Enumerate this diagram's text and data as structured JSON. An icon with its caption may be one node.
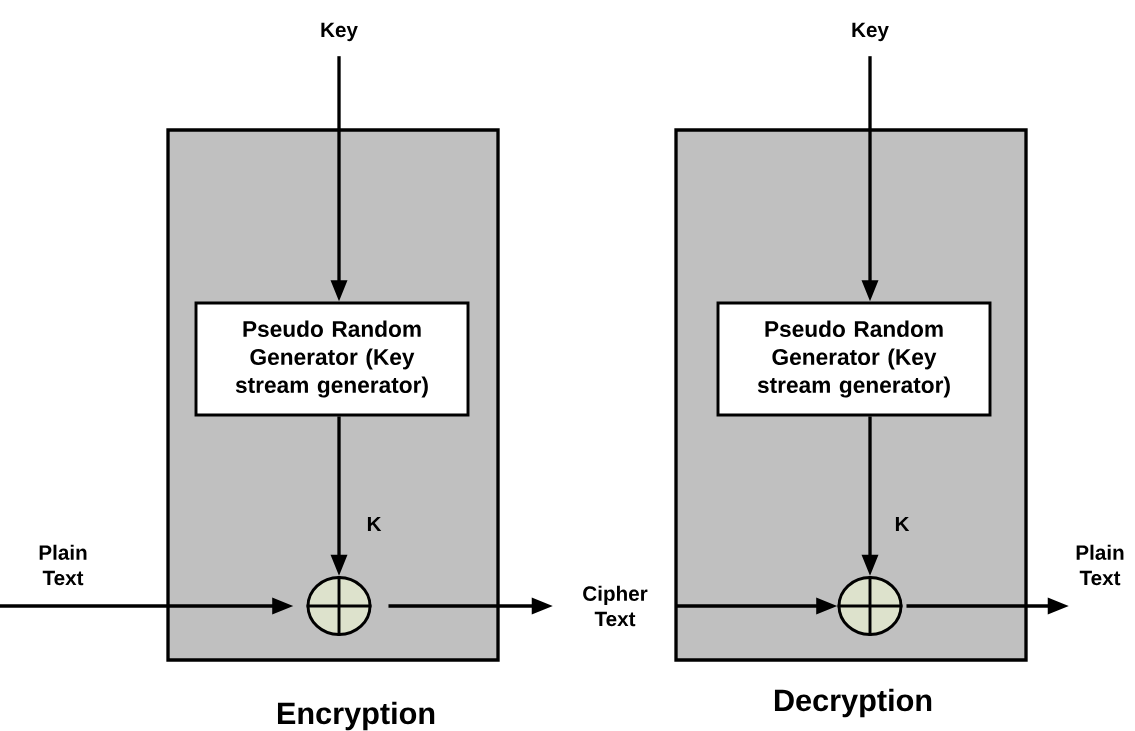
{
  "diagram": {
    "nodes": [
      {
        "text": [
          "Encryption"
        ]
      },
      {
        "text": [
          "Key"
        ]
      },
      {
        "text": [
          "Pseudo Random Generator (Key stream generator)"
        ],
        "in": 0
      },
      {
        "text": [],
        "shape": "circle",
        "in": 0
      },
      {
        "text": [
          "Plain Text"
        ]
      },
      {
        "text": [
          "Cipher Text"
        ]
      },
      {
        "text": [
          "Decryption"
        ]
      },
      {
        "text": [
          "Key"
        ]
      },
      {
        "text": [
          "Pseudo Random Generator (Key stream generator)"
        ],
        "in": 6
      },
      {
        "text": [],
        "shape": "circle",
        "in": 6
      },
      {
        "text": [
          "Plain Text"
        ]
      }
    ],
    "edges": [
      {
        "from": 1,
        "to": 2,
        "arrow": "to"
      },
      {
        "from": 2,
        "to": 3,
        "arrow": "to",
        "label": "K"
      },
      {
        "from": 4,
        "to": 3,
        "arrow": "to"
      },
      {
        "from": 3,
        "to": 5,
        "arrow": "to"
      },
      {
        "from": 5,
        "to": 9,
        "arrow": "to"
      },
      {
        "from": 7,
        "to": 8,
        "arrow": "to"
      },
      {
        "from": 8,
        "to": 9,
        "arrow": "to",
        "label": "K"
      },
      {
        "from": 9,
        "to": 10,
        "arrow": "to"
      }
    ]
  }
}
